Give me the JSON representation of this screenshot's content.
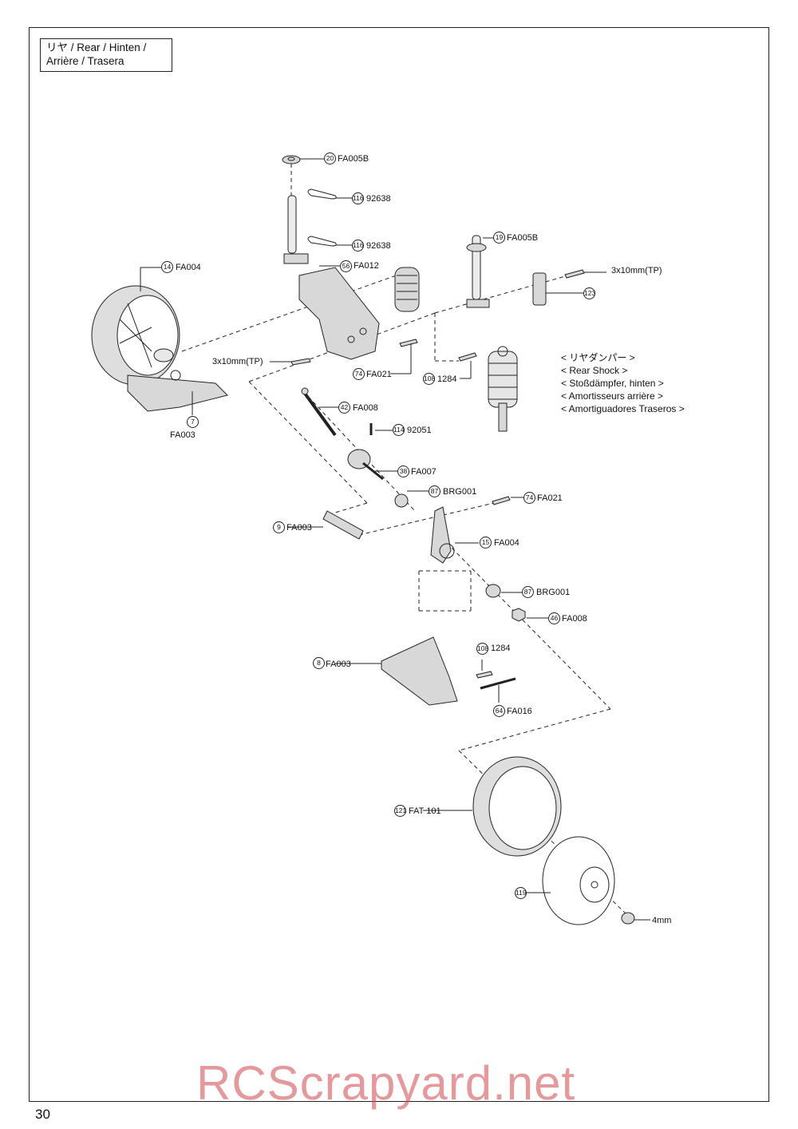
{
  "header": {
    "line1": "リヤ /  Rear / Hinten /",
    "line2": "Arrière / Trasera"
  },
  "parts": {
    "p20": {
      "num": "20",
      "code": "FA005B"
    },
    "p116a": {
      "num": "116",
      "code": "92638"
    },
    "p116b": {
      "num": "116",
      "code": "92638"
    },
    "p19": {
      "num": "19",
      "code": "FA005B"
    },
    "p14": {
      "num": "14",
      "code": "FA004"
    },
    "p56": {
      "num": "56",
      "code": "FA012"
    },
    "screw_tp_right": {
      "code": "3x10mm(TP)"
    },
    "p123": {
      "num": "123"
    },
    "screw_tp_left": {
      "code": "3x10mm(TP)"
    },
    "p74a": {
      "num": "74",
      "code": "FA021"
    },
    "p108a": {
      "num": "108",
      "code": "1284"
    },
    "p7": {
      "num": "7",
      "code": "FA003"
    },
    "p42": {
      "num": "42",
      "code": "FA008"
    },
    "p114": {
      "num": "114",
      "code": "92051"
    },
    "p38": {
      "num": "38",
      "code": "FA007"
    },
    "p87a": {
      "num": "87",
      "code": "BRG001"
    },
    "p74b": {
      "num": "74",
      "code": "FA021"
    },
    "p9": {
      "num": "9",
      "code": "FA003"
    },
    "p15": {
      "num": "15",
      "code": "FA004"
    },
    "p87b": {
      "num": "87",
      "code": "BRG001"
    },
    "p46": {
      "num": "46",
      "code": "FA008"
    },
    "p108b": {
      "num": "108",
      "code": "1284"
    },
    "p8": {
      "num": "8",
      "code": "FA003"
    },
    "p64": {
      "num": "64",
      "code": "FA016"
    },
    "p121": {
      "num": "121",
      "code": "FAT 101"
    },
    "p119": {
      "num": "119"
    },
    "nut": {
      "code": "4mm"
    }
  },
  "shock_callout": [
    "< リヤダンパー >",
    "< Rear Shock >",
    "< Stoßdämpfer, hinten >",
    "< Amortisseurs arrière >",
    "< Amortiguadores Traseros >"
  ],
  "page_number": "30",
  "watermark": "RCScrapyard.net",
  "colors": {
    "line": "#222222",
    "part_fill": "#d8d8d8",
    "watermark": "#cd464b"
  }
}
